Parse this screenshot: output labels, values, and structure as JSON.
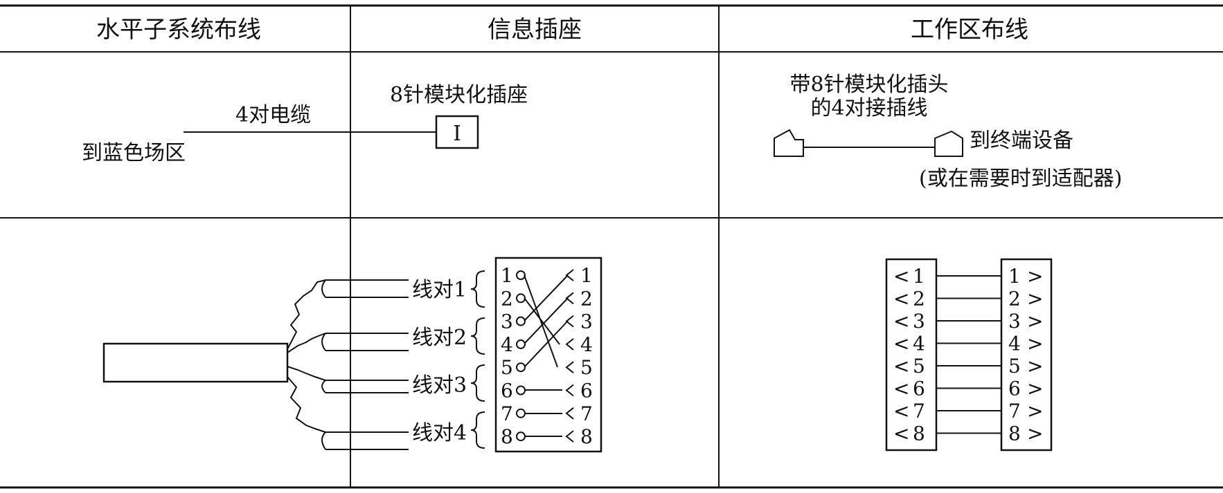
{
  "headers": {
    "col1": "水平子系统布线",
    "col2": "信息插座",
    "col3": "工作区布线"
  },
  "top": {
    "cable_label": "4对电缆",
    "blue_field": "到蓝色场区",
    "jack_label": "8针模块化插座",
    "jack_symbol": "I",
    "patch_line1": "带8针模块化插头",
    "patch_line2": "的4对接插线",
    "terminal": "到终端设备",
    "adapter": "(或在需要时到适配器)"
  },
  "pairs": [
    "线对1",
    "线对2",
    "线对3",
    "线对4"
  ],
  "pins": [
    "1",
    "2",
    "3",
    "4",
    "5",
    "6",
    "7",
    "8"
  ],
  "mapping_arrows": {
    "left": "<",
    "right": ">"
  }
}
